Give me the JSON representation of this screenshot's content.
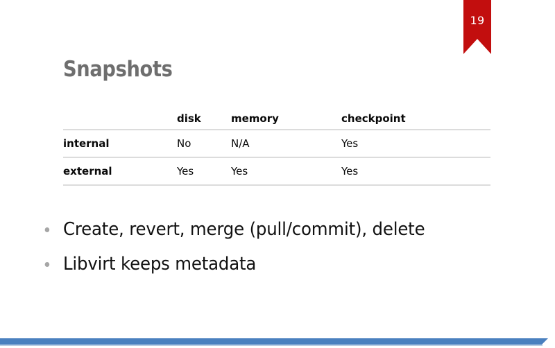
{
  "slide": {
    "page_number": "19",
    "title": "Snapshots",
    "background_color": "#ffffff",
    "ribbon_color": "#c20e0e",
    "title_color": "#6e6e6e",
    "footer_bar_color": "#4a80bf",
    "rule_color": "#dcdcdc",
    "bullet_dot_color": "#a6a6a6"
  },
  "table": {
    "corner_header": "",
    "columns": [
      "disk",
      "memory",
      "checkpoint"
    ],
    "rows": [
      {
        "label": "internal",
        "cells": [
          "No",
          "N/A",
          "Yes"
        ]
      },
      {
        "label": "external",
        "cells": [
          "Yes",
          "Yes",
          "Yes"
        ]
      }
    ]
  },
  "bullets": [
    "Create, revert, merge (pull/commit), delete",
    "Libvirt keeps metadata"
  ]
}
